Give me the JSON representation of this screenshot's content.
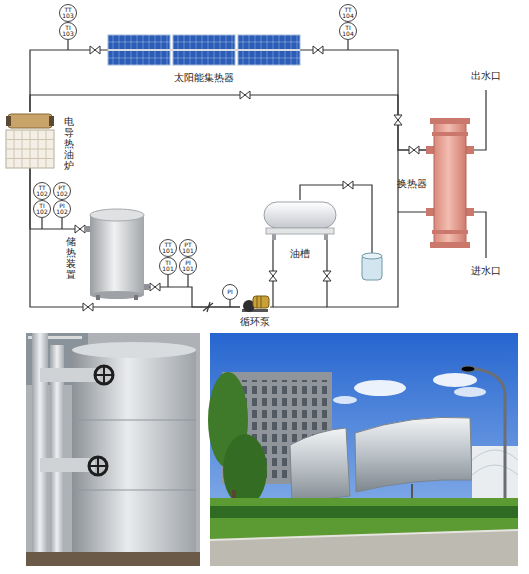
{
  "diagram": {
    "nodes": [
      {
        "text": [
          "TT",
          "103"
        ]
      },
      {
        "text": [
          "TI",
          "103"
        ]
      },
      {
        "text": [
          "TT",
          "104"
        ]
      },
      {
        "text": [
          "TI",
          "104"
        ]
      },
      {
        "text": [
          "太阳能集热器"
        ]
      },
      {
        "text": [
          "电导热油炉"
        ]
      },
      {
        "text": [
          "换热器"
        ]
      },
      {
        "text": [
          "TT",
          "102"
        ]
      },
      {
        "text": [
          "TI",
          "102"
        ]
      },
      {
        "text": [
          "PT",
          "102"
        ]
      },
      {
        "text": [
          "PI",
          "102"
        ]
      },
      {
        "text": [
          "油槽"
        ]
      },
      {
        "text": [
          "储热装置"
        ]
      },
      {
        "text": [
          "TT",
          "101"
        ]
      },
      {
        "text": [
          "TI",
          "101"
        ]
      },
      {
        "text": [
          "PT",
          "101"
        ]
      },
      {
        "text": [
          "PI",
          "101"
        ]
      },
      {
        "text": [
          "PI"
        ]
      },
      {
        "text": [
          "循环泵"
        ]
      }
    ],
    "edges": [
      {
        "from": 5,
        "to": 4,
        "arrow": "none"
      },
      {
        "from": 4,
        "to": 6,
        "arrow": "none"
      },
      {
        "from": 5,
        "to": 6,
        "arrow": "none"
      },
      {
        "from": 5,
        "to": 12,
        "arrow": "none"
      },
      {
        "from": 12,
        "to": 18,
        "arrow": "none"
      },
      {
        "from": 5,
        "to": 18,
        "arrow": "none"
      },
      {
        "from": 18,
        "to": 11,
        "arrow": "none"
      },
      {
        "from": 11,
        "to": 6,
        "arrow": "none"
      }
    ],
    "labels": [
      "出水口",
      "进水口"
    ]
  }
}
